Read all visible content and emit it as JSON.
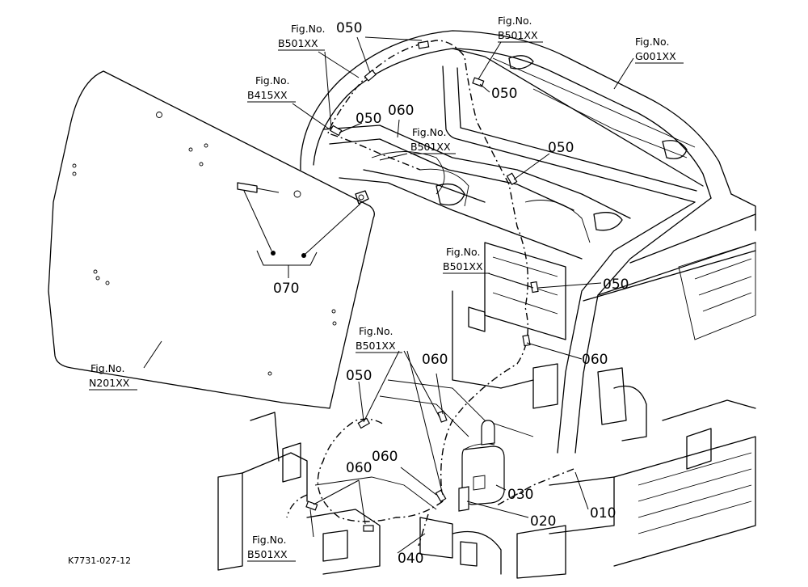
{
  "diagram": {
    "code": "K7731-027-12",
    "parts": {
      "p010": "010",
      "p020": "020",
      "p030": "030",
      "p040": "040",
      "p050a": "050",
      "p050b": "050",
      "p050c": "050",
      "p050d": "050",
      "p050e": "050",
      "p050f": "050",
      "p060a": "060",
      "p060b": "060",
      "p060c": "060",
      "p060d": "060",
      "p060e": "060",
      "p070": "070"
    },
    "refs": [
      {
        "label": "Fig.No.",
        "code": "B501XX"
      },
      {
        "label": "Fig.No.",
        "code": "B501XX"
      },
      {
        "label": "Fig.No.",
        "code": "G001XX"
      },
      {
        "label": "Fig.No.",
        "code": "B415XX"
      },
      {
        "label": "Fig.No.",
        "code": "B501XX"
      },
      {
        "label": "Fig.No.",
        "code": "B501XX"
      },
      {
        "label": "Fig.No.",
        "code": "B501XX"
      },
      {
        "label": "Fig.No.",
        "code": "N201XX"
      },
      {
        "label": "Fig.No.",
        "code": "B501XX"
      }
    ]
  }
}
